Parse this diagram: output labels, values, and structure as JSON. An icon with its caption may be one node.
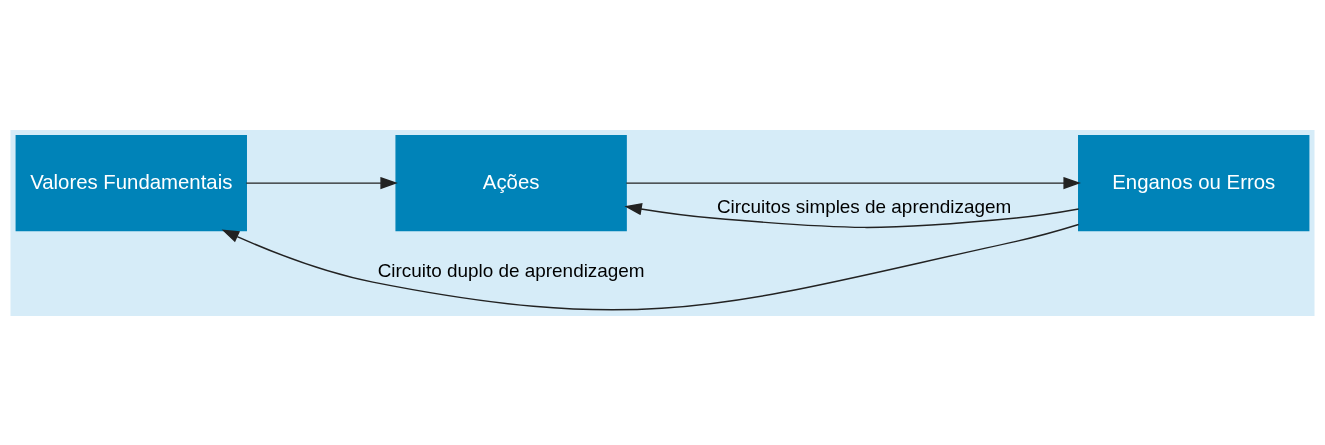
{
  "diagram": {
    "nodes": [
      {
        "text": [
          "Valores Fundamentais"
        ]
      },
      {
        "text": [
          "Ações"
        ]
      },
      {
        "text": [
          "Enganos ou Erros"
        ]
      }
    ],
    "edges": [
      {
        "from": 0,
        "to": 1,
        "arrow": "to"
      },
      {
        "from": 1,
        "to": 2,
        "arrow": "to"
      },
      {
        "from": 2,
        "to": 1,
        "arrow": "to",
        "label": "Circuitos simples de aprendizagem"
      },
      {
        "from": 2,
        "to": 0,
        "arrow": "to",
        "label": "Circuito duplo de aprendizagem"
      }
    ]
  }
}
